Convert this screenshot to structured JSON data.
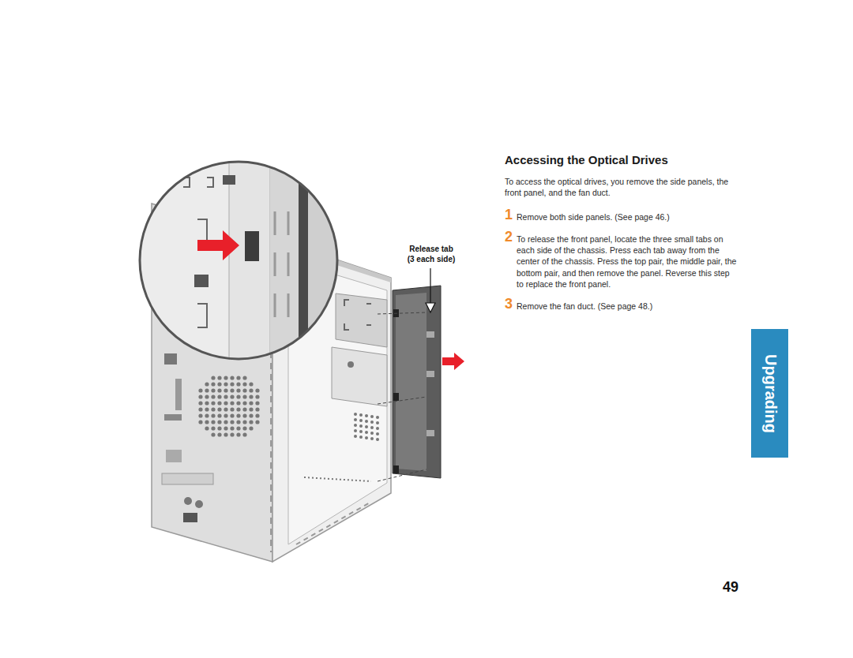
{
  "diagram": {
    "title": "Accessing the Optical Drives",
    "nodes": [
      {
        "text": [
          "Upgrading"
        ]
      }
    ],
    "labels": [
      "Release tab (3 each side)",
      "To access the optical drives, you remove the side panels, the front panel, and the fan duct.",
      "1",
      "Remove both side panels. (See page 46.)",
      "2",
      "To release the front panel, locate the three small tabs on each side of the chassis. Press each tab away from the center of the chassis. Press the top pair, the middle pair, the bottom pair, and then remove the panel. Reverse this step to replace the front panel.",
      "3",
      "Remove the fan duct. (See page 48.)",
      "49"
    ]
  }
}
